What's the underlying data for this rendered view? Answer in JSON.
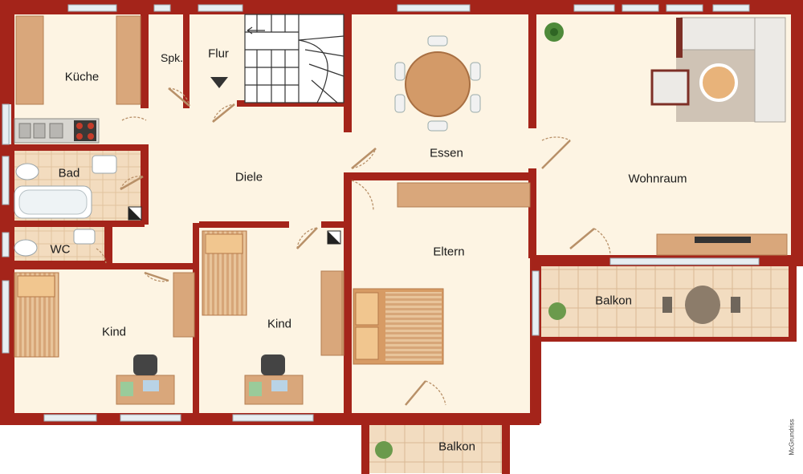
{
  "colors": {
    "wall": "#a4241a",
    "floor": "#fdf4e3",
    "tile": "#f0d6b4",
    "wood": "#c9935a",
    "window": "#dfe8ec"
  },
  "rooms": {
    "kueche": "Küche",
    "spk": "Spk.",
    "flur": "Flur",
    "essen": "Essen",
    "wohnraum": "Wohnraum",
    "bad": "Bad",
    "diele": "Diele",
    "wc": "WC",
    "eltern": "Eltern",
    "kind_left": "Kind",
    "kind_middle": "Kind",
    "balkon_east": "Balkon",
    "balkon_south": "Balkon"
  },
  "credit": "McGrundriss"
}
